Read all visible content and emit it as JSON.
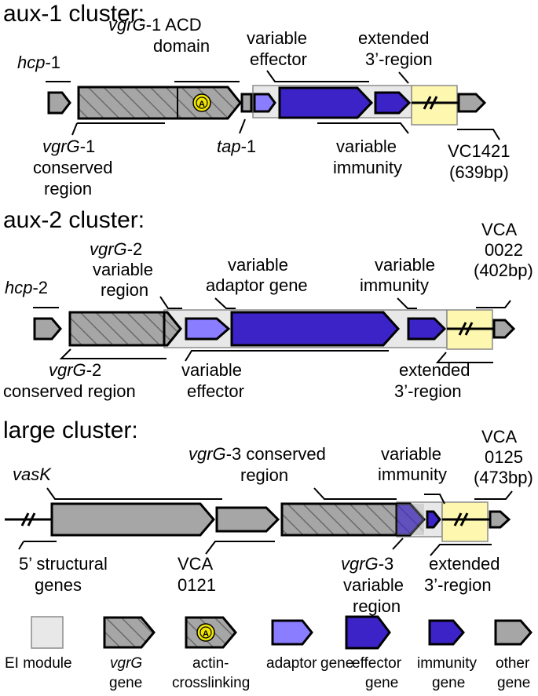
{
  "clusters": {
    "aux1": {
      "title": "aux-1 cluster:",
      "hcp": {
        "italic": "hcp",
        "rest": "-1"
      },
      "vgrg_acd": {
        "italic": "vgrG",
        "rest": "-1 ACD",
        "line2": "domain"
      },
      "var_effector": {
        "line1": "variable",
        "line2": "effector"
      },
      "ext3": {
        "line1": "extended",
        "line2": "3’-region"
      },
      "vgrg_cons": {
        "italic": "vgrG",
        "rest": "-1",
        "line2": "conserved",
        "line3": "region"
      },
      "tap": {
        "italic": "tap",
        "rest": "-1"
      },
      "var_immunity": {
        "line1": "variable",
        "line2": "immunity"
      },
      "vc": {
        "line1": "VC1421",
        "line2": "(639bp)"
      },
      "acd_badge": "A"
    },
    "aux2": {
      "title": "aux-2 cluster:",
      "hcp": {
        "italic": "hcp",
        "rest": "-2"
      },
      "vgrg_var": {
        "italic": "vgrG",
        "rest": "-2",
        "line2": "variable",
        "line3": "region"
      },
      "var_adaptor": {
        "line1": "variable",
        "line2": "adaptor gene"
      },
      "var_immunity": {
        "line1": "variable",
        "line2": "immunity"
      },
      "vca": {
        "line1": "VCA",
        "line2": "0022",
        "line3": "(402bp)"
      },
      "vgrg_cons": {
        "italic": "vgrG",
        "rest": "-2",
        "line2": "conserved region"
      },
      "var_effector": {
        "line1": "variable",
        "line2": "effector"
      },
      "ext3": {
        "line1": "extended",
        "line2": "3’-region"
      }
    },
    "large": {
      "title": "large cluster:",
      "vask": "vasK",
      "vgrg_cons": {
        "italic": "vgrG",
        "rest": "-3 conserved",
        "line2": "region"
      },
      "var_immunity": {
        "line1": "variable",
        "line2": "immunity"
      },
      "vca": {
        "line1": "VCA",
        "line2": "0125",
        "line3": "(473bp)"
      },
      "struct": {
        "line1": "5’ structural",
        "line2": "genes"
      },
      "vca121": {
        "line1": "VCA",
        "line2": "0121"
      },
      "vgrg_var": {
        "italic": "vgrG",
        "rest": "-3",
        "line2": "variable",
        "line3": "region"
      },
      "ext3": {
        "line1": "extended",
        "line2": "3’-region"
      }
    }
  },
  "legend": {
    "ei": "EI module",
    "vgrg": {
      "italic": "vgrG",
      "line2": "gene"
    },
    "actin": {
      "line1": "actin-",
      "line2": "crosslinking",
      "badge": "A"
    },
    "adaptor": {
      "line1": "adaptor",
      "line2": "gene"
    },
    "effector": {
      "line1": "effector",
      "line2": "gene"
    },
    "immunity": {
      "line1": "immunity",
      "line2": "gene"
    },
    "other": {
      "line1": "other",
      "line2": "gene"
    }
  },
  "colors": {
    "other_gene": "#a6a6a6",
    "adaptor_gene": "#8a7dff",
    "effector_gene": "#3b23c8",
    "immunity_gene": "#3b23c8",
    "ei_module": "#e8e8e8",
    "extended_region": "#fdf7b0",
    "actin_badge": "#f2e600"
  }
}
